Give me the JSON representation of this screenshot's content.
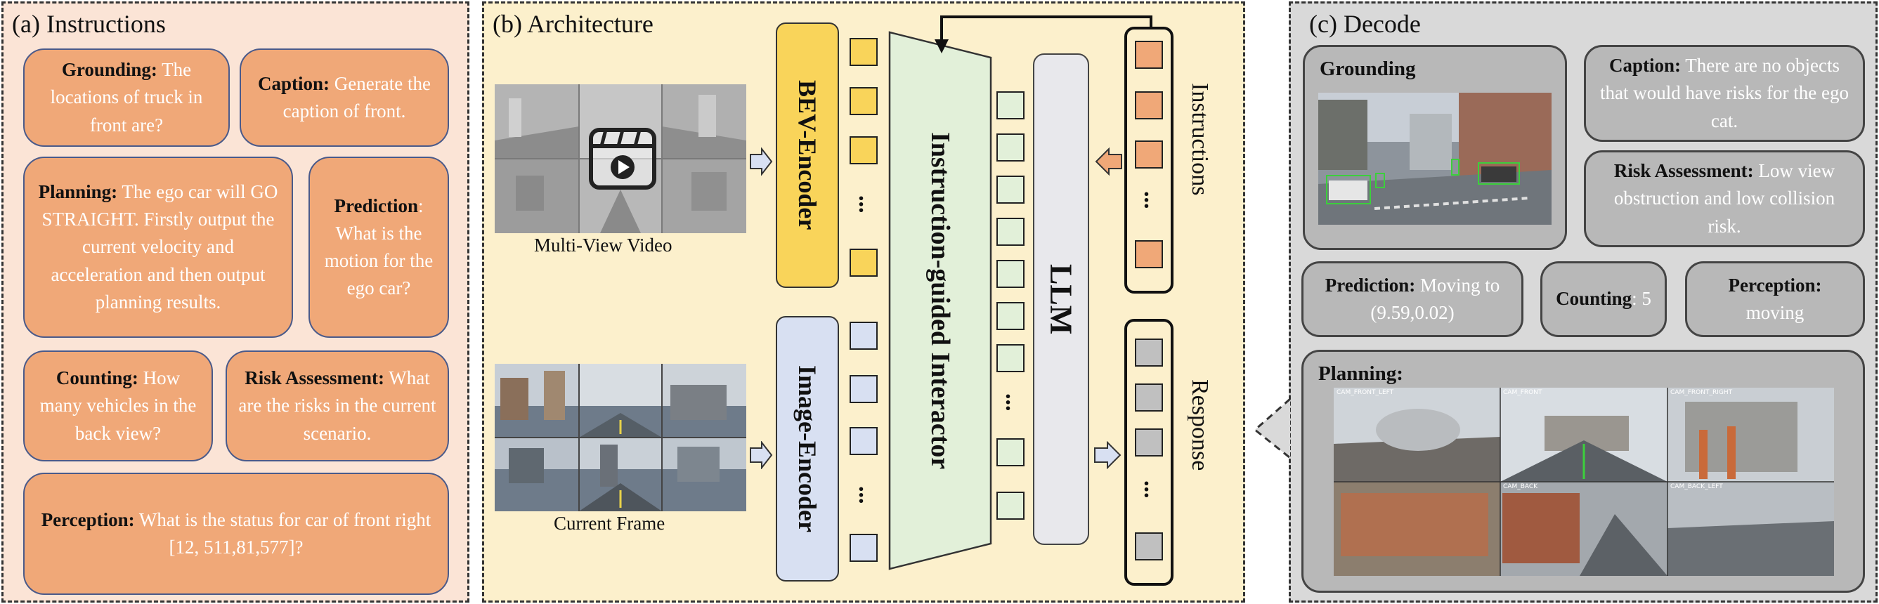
{
  "instructions": {
    "title": "(a) Instructions",
    "cards": [
      {
        "label": "Grounding:",
        "text": " The locations of truck in front are?"
      },
      {
        "label": "Caption:",
        "text": " Generate the caption of front."
      },
      {
        "label": "Planning:",
        "text": " The ego car will GO STRAIGHT. Firstly output the current velocity and acceleration and then output planning results."
      },
      {
        "label": "Prediction",
        "text": ": What is the motion for the ego car?"
      },
      {
        "label": "Counting:",
        "text": " How many vehicles in the back view?"
      },
      {
        "label": "Risk Assessment:",
        "text": " What are the risks in the current scenario."
      },
      {
        "label": "Perception:",
        "text": " What is the status for car of front right [12, 511,81,577]?"
      }
    ]
  },
  "architecture": {
    "title": "(b) Architecture",
    "multi_view_label": "Multi-View Video",
    "current_frame_label": "Current Frame",
    "bev_encoder": "BEV-Encoder",
    "image_encoder": "Image-Encoder",
    "interactor": "Instruction-guided Interactor",
    "llm": "LLM",
    "instructions_label": "Instructions",
    "response_label": "Response",
    "ellipsis": "..."
  },
  "decode": {
    "title": "(c) Decode",
    "grounding": {
      "label": "Grounding"
    },
    "caption": {
      "label": "Caption:",
      "text": " There are no objects that would have risks for the ego cat."
    },
    "risk": {
      "label": "Risk Assessment:",
      "text": " Low view obstruction and low collision risk."
    },
    "prediction": {
      "label": "Prediction:",
      "text": " Moving to (9.59,0.02)"
    },
    "counting": {
      "label": "Counting",
      "text": ": 5"
    },
    "perception": {
      "label": "Perception:",
      "text": " moving"
    },
    "planning": {
      "label": "Planning:"
    },
    "cam_labels": [
      "CAM_FRONT_LEFT",
      "CAM_FRONT",
      "CAM_FRONT_RIGHT",
      "CAM_BACK",
      "CAM_BACK_LEFT"
    ]
  },
  "colors": {
    "panel_a_bg": "#fbe4d6",
    "panel_b_bg": "#fcf0cc",
    "panel_c_bg": "#d9d9d9",
    "orange_card": "#f0a878",
    "bev_yellow": "#f9d45a",
    "image_blue": "#d8e0f2",
    "interactor_green": "#e2f0d9",
    "llm_gray": "#e8e8ec",
    "instruction_token": "#f0a878",
    "response_token": "#c0c0c0"
  }
}
